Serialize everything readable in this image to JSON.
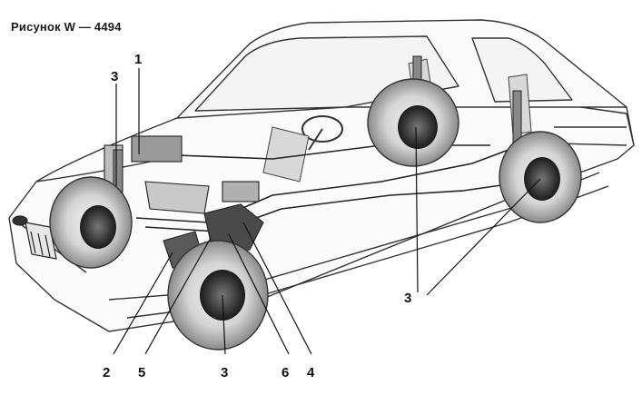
{
  "figure": {
    "title": "Рисунок W — 4494",
    "callouts": [
      "1",
      "3",
      "2",
      "5",
      "3",
      "6",
      "4",
      "3"
    ]
  }
}
